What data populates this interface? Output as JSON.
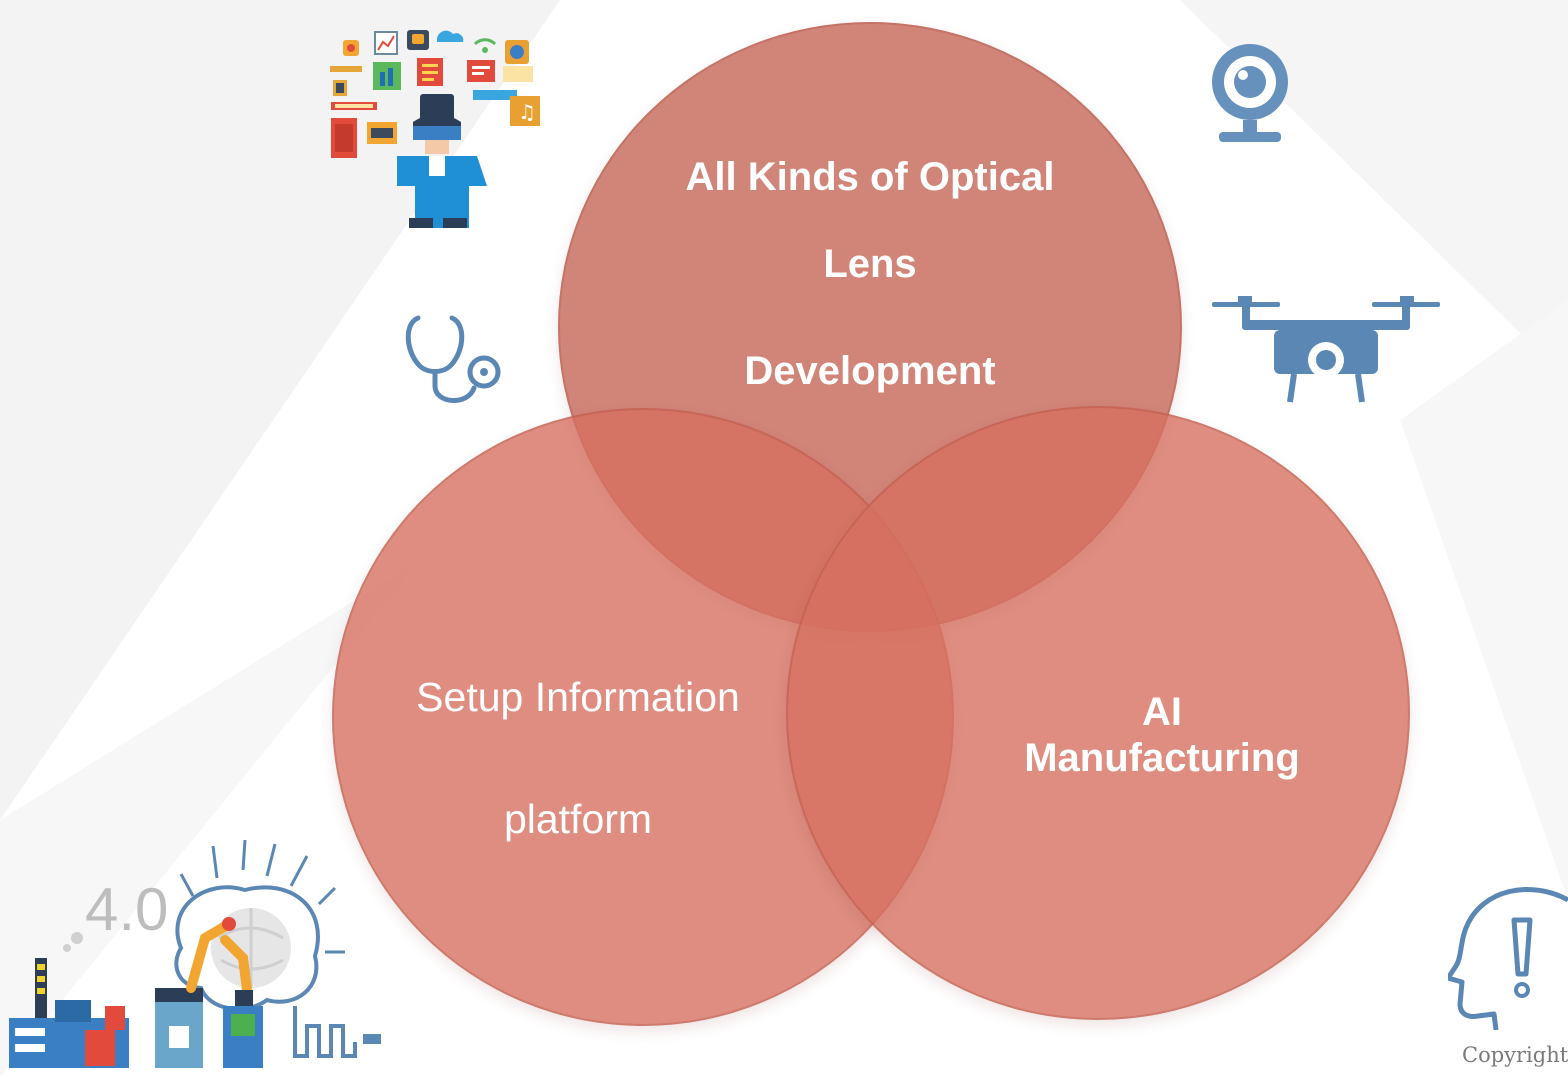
{
  "diagram": {
    "top_circle": {
      "lines": [
        "All Kinds of Optical",
        "Lens",
        "Development"
      ]
    },
    "left_circle": {
      "lines": [
        "Setup Information",
        "platform"
      ]
    },
    "right_circle": {
      "lines": [
        "AI",
        "Manufacturing"
      ]
    },
    "colors": {
      "circle_fill": "#d4705f",
      "icon_blue": "#5b87b5",
      "text": "#ffffff"
    }
  },
  "icons": [
    "smart-tech-person-icon",
    "webcam-icon",
    "stethoscope-icon",
    "drone-camera-icon",
    "industry-4-0-icon",
    "head-warning-icon"
  ],
  "industry_icon_text": "4.0",
  "footer": {
    "copyright": "Copyright"
  }
}
